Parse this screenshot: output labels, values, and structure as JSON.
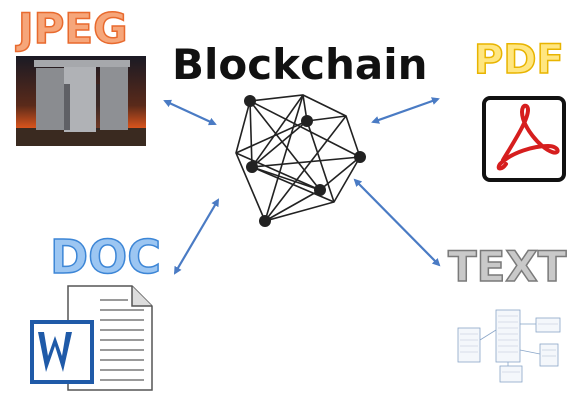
{
  "title": "Blockchain",
  "files": {
    "jpeg": {
      "label": "JPEG",
      "color": "#f08c5a"
    },
    "pdf": {
      "label": "PDF",
      "color": "#ffd54a"
    },
    "doc": {
      "label": "DOC",
      "color": "#6aa9ec"
    },
    "text": {
      "label": "TEXT",
      "color": "#a8a8a8"
    }
  },
  "icons": {
    "jpeg": "photo-thumbnail-icon",
    "pdf": "adobe-pdf-icon",
    "doc": "word-document-icon",
    "text": "database-schema-icon"
  },
  "colors": {
    "arrow": "#4a7bc4",
    "network": "#222222"
  }
}
